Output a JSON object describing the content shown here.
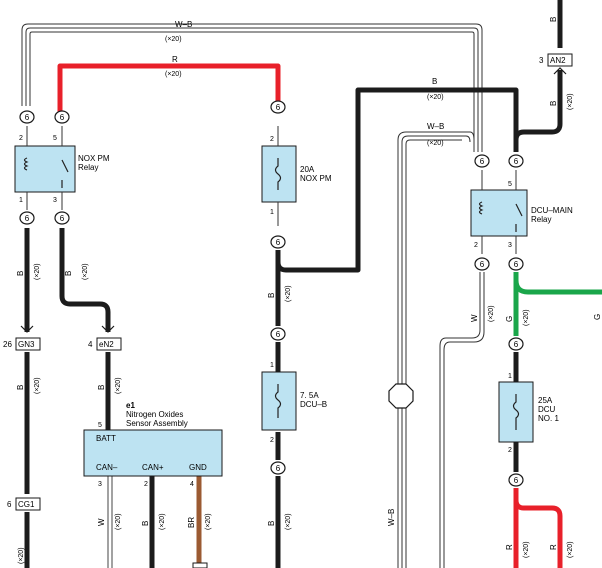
{
  "wires": {
    "w_b_top": "W–B",
    "r_top": "R",
    "b_right_top": "B",
    "w_b_mid": "W–B",
    "b_left": "B",
    "b_left_lower": "B",
    "b_left2": "B",
    "b_mid": "B",
    "b_mid_lower": "B",
    "w_b_vert": "W–B",
    "w_right": "W",
    "g_right": "G",
    "g_edge": "G",
    "r_bottom": "R",
    "r_bottom2": "R",
    "b_top_right": "B",
    "b_top_right2": "B",
    "b_sensor": "B",
    "w_sensor": "W",
    "br_sensor": "BR",
    "x20": "(×20)"
  },
  "components": {
    "nox_relay": {
      "name": "NOX PM",
      "sub": "Relay"
    },
    "fuse_nox": {
      "rating": "20A",
      "name": "NOX PM"
    },
    "fuse_dcub": {
      "rating": "7. 5A",
      "name": "DCU–B"
    },
    "dcu_main": {
      "name": "DCU–MAIN",
      "sub": "Relay"
    },
    "fuse_dcu1": {
      "rating": "25A",
      "name": "DCU",
      "sub": "NO. 1"
    },
    "sensor": {
      "id": "e1",
      "name": "Nitrogen Oxides",
      "sub": "Sensor Assembly",
      "pin_batt": "BATT",
      "pin_canm": "CAN–",
      "pin_canp": "CAN+",
      "pin_gnd": "GND"
    }
  },
  "connectors": {
    "gn3": {
      "label": "GN3",
      "pin": "26"
    },
    "en2": {
      "label": "eN2",
      "pin": "4"
    },
    "cg1": {
      "label": "CG1",
      "pin": "6"
    },
    "an2": {
      "label": "AN2",
      "pin": "3"
    },
    "six": "6"
  },
  "pins": {
    "p1": "1",
    "p2": "2",
    "p3": "3",
    "p4": "4",
    "p5": "5"
  }
}
